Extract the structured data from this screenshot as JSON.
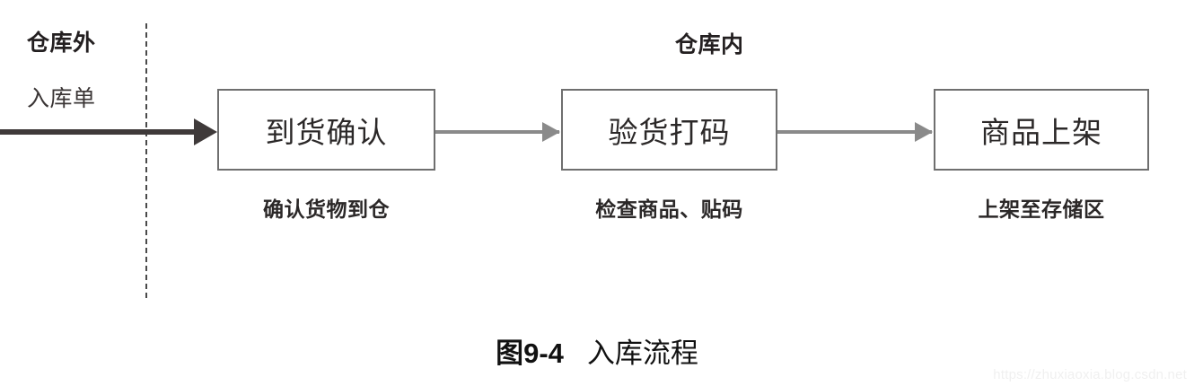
{
  "figure": {
    "caption_number": "图9-4",
    "caption_title": "入库流程"
  },
  "zones": [
    {
      "id": "outside-warehouse",
      "label": "仓库外",
      "sub_label": "入库单"
    },
    {
      "id": "inside-warehouse",
      "label": "仓库内"
    }
  ],
  "flow": {
    "entry_arrow_name": "inbound-order-arrow",
    "steps": [
      {
        "id": "step-1",
        "label": "到货确认",
        "caption": "确认货物到仓"
      },
      {
        "id": "step-2",
        "label": "验货打码",
        "caption": "检查商品、贴码"
      },
      {
        "id": "step-3",
        "label": "商品上架",
        "caption": "上架至存储区"
      }
    ]
  },
  "watermark": {
    "text": "https://zhuxiaoxia.blog.csdn.net"
  },
  "colors": {
    "box_border": "#6f6f6f",
    "connector": "#8a8a8a",
    "entry_arrow": "#3f3a3a",
    "divider": "#4a4a4a",
    "text": "#2b2828",
    "background": "#ffffff"
  }
}
